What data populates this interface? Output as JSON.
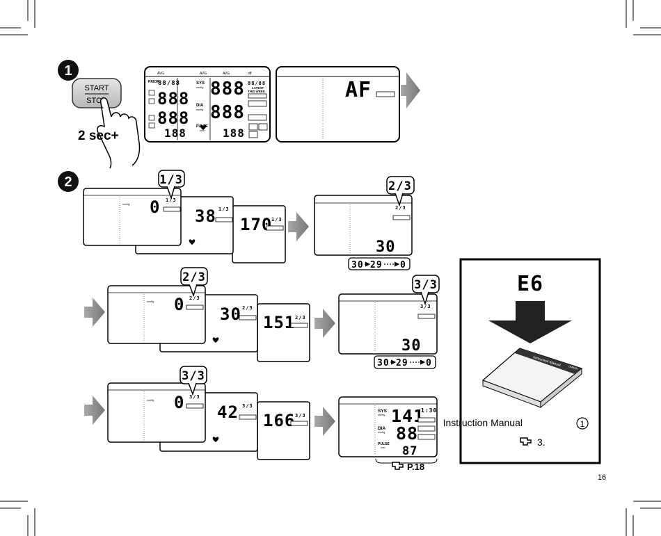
{
  "page_number": "16",
  "step1": {
    "marker": "1",
    "button_top": "START",
    "button_bottom": "STOP",
    "hold": "2 sec+",
    "lcd_all": {
      "prior": "PRIOR",
      "prior_value": "88/88",
      "sys": "SYS",
      "sys_value": "888",
      "dia": "DIA",
      "dia_value": "888",
      "pulse": "PULSE",
      "pulse_value": "188",
      "left_top": "888",
      "left_mid": "888",
      "left_bottom": "188",
      "latest": "LATEST",
      "this_week": "THIS WEEK",
      "top_right": "88/88",
      "avg1": "AVG",
      "avg2": "AVG",
      "avg3": "AVG",
      "unit": "mmHg",
      "pulse_unit": "/min",
      "off": "off"
    },
    "lcd_af": "AF"
  },
  "step2": {
    "marker": "2",
    "rows": [
      {
        "callout": "1/3",
        "counter": "1/3",
        "frames": [
          "0",
          "38",
          "170"
        ],
        "result_callout": "2/3",
        "result_counter": "2/3",
        "result_value": "30",
        "countdown": [
          "30",
          "29",
          "0"
        ]
      },
      {
        "callout": "2/3",
        "counter": "2/3",
        "frames": [
          "0",
          "30",
          "151"
        ],
        "result_callout": "3/3",
        "result_counter": "3/3",
        "result_value": "30",
        "countdown": [
          "30",
          "29",
          "0"
        ]
      },
      {
        "callout": "3/3",
        "counter": "3/3",
        "frames": [
          "0",
          "42",
          "166"
        ],
        "result": {
          "sys_label": "SYS",
          "sys_value": "141",
          "dia_label": "DIA",
          "dia_value": "88",
          "pulse_label": "PULSE",
          "pulse_value": "87",
          "time": "1:30",
          "unit": "mmHg",
          "pulse_unit": "/min"
        },
        "ref": "P.18"
      }
    ],
    "mmhg": "mmHg"
  },
  "error_box": {
    "code": "E6",
    "manual_label": "Instruction Manual",
    "manual_num": "1",
    "ref": "3.",
    "book_title": "Instruction Manual",
    "book_brand": "OMRON"
  }
}
